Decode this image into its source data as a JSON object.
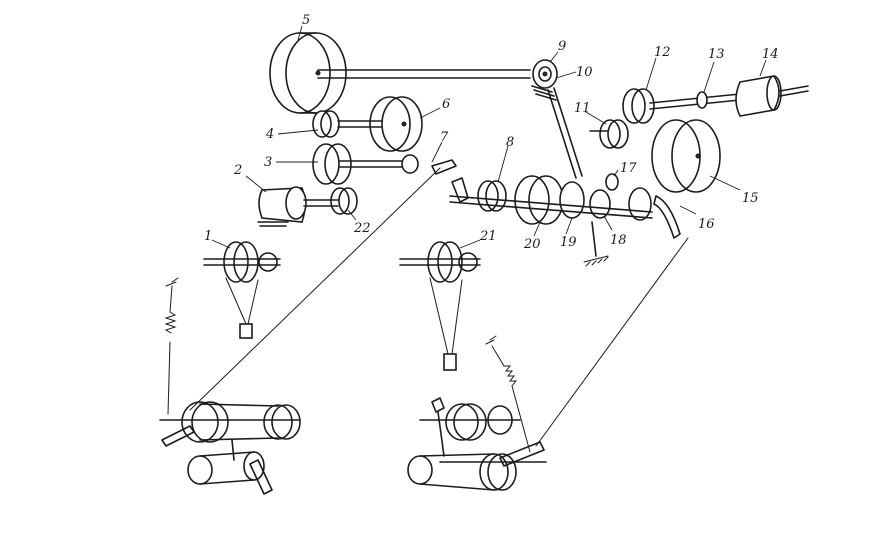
{
  "diagram": {
    "part_labels": {
      "p1": "1",
      "p2": "2",
      "p3": "3",
      "p4": "4",
      "p5": "5",
      "p6": "6",
      "p7": "7",
      "p8": "8",
      "p9": "9",
      "p10": "10",
      "p11": "11",
      "p12": "12",
      "p13": "13",
      "p14": "14",
      "p15": "15",
      "p16": "16",
      "p17": "17",
      "p18": "18",
      "p19": "19",
      "p20": "20",
      "p21": "21",
      "p22": "22"
    }
  }
}
